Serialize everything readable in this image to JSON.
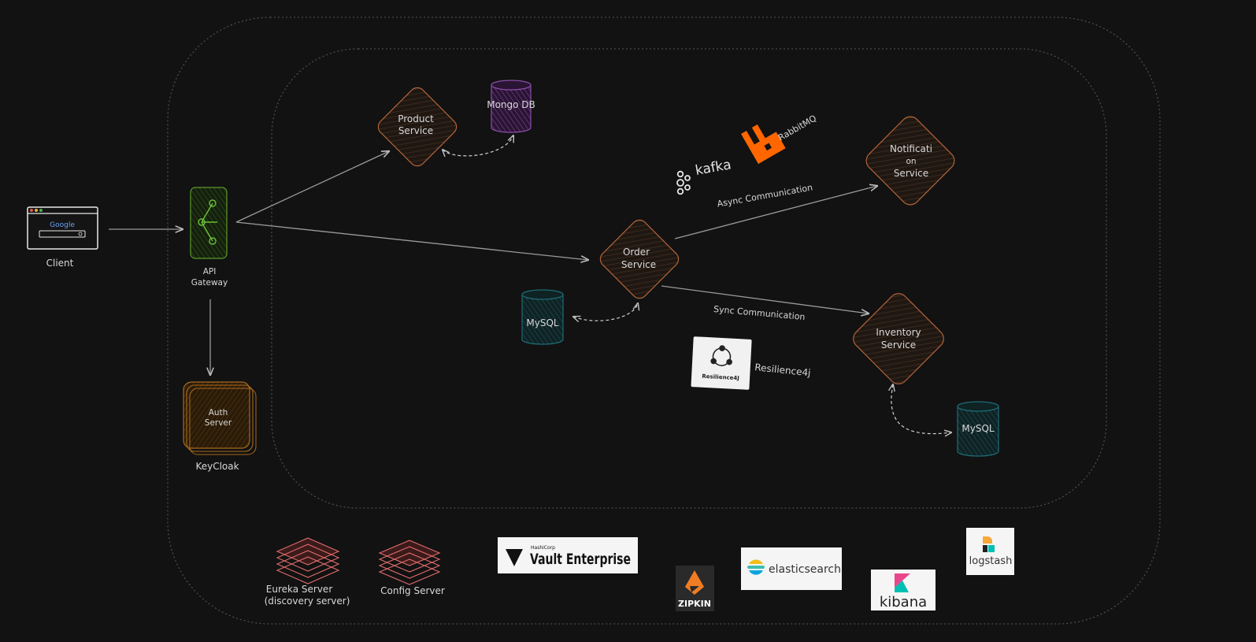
{
  "client": {
    "label": "Client",
    "browser_brand": "Google"
  },
  "gateway": {
    "line1": "API",
    "line2": "Gateway"
  },
  "auth": {
    "line1": "Auth",
    "line2": "Server",
    "caption": "KeyCloak"
  },
  "product": {
    "line1": "Product",
    "line2": "Service"
  },
  "mongo": {
    "label": "Mongo DB"
  },
  "order": {
    "line1": "Order",
    "line2": "Service"
  },
  "order_db": {
    "label": "MySQL"
  },
  "notification": {
    "line1": "Notificati",
    "line2": "on",
    "line3": "Service"
  },
  "inventory": {
    "line1": "Inventory",
    "line2": "Service"
  },
  "inventory_db": {
    "label": "MySQL"
  },
  "edges": {
    "async": "Async Communication",
    "sync": "Sync Communication"
  },
  "logos": {
    "kafka": "kafka",
    "rabbitmq": "RabbitMQ",
    "resilience_label": "Resilience4j",
    "resilience_card": "Resilience4J",
    "eureka_line1": "Eureka Server",
    "eureka_line2": "(discovery server)",
    "config": "Config Server",
    "vault_small": "HashiCorp",
    "vault": "Vault Enterprise",
    "zipkin": "ZIPKIN",
    "elasticsearch": "elasticsearch",
    "kibana": "kibana",
    "logstash": "logstash"
  },
  "colors": {
    "background": "#121212",
    "service_border": "#b3633a",
    "service_fill": "#2d1f14",
    "mongo": "#8a4fa8",
    "mysql": "#1e6d75",
    "gateway": "#5a9a2b",
    "auth": "#a86a1f",
    "rabbit": "#ff6600",
    "stack_layers": "#e06c6c"
  }
}
